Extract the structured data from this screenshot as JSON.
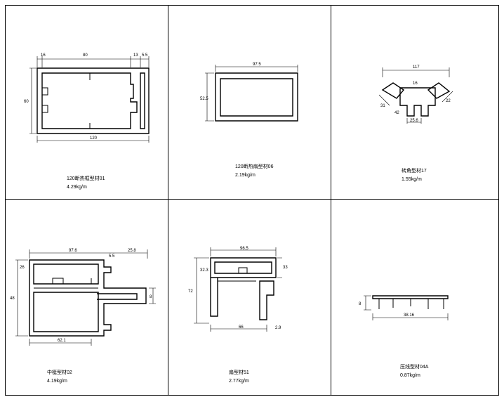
{
  "cells": [
    {
      "name": "120断热框型材01",
      "weight": "4.29kg/m",
      "dims": [
        "16",
        "80",
        "13",
        "5.5",
        "60",
        "120"
      ]
    },
    {
      "name": "120断热扇型材06",
      "weight": "2.19kg/m",
      "dims": [
        "97.5",
        "52.5"
      ]
    },
    {
      "name": "转角型材17",
      "weight": "1.55kg/m",
      "dims": [
        "117",
        "16",
        "31",
        "22",
        "42",
        "25.6"
      ]
    },
    {
      "name": "中梃型材02",
      "weight": "4.19kg/m",
      "dims": [
        "97.6",
        "25.8",
        "5.5",
        "48",
        "26",
        "8",
        "62.1"
      ]
    },
    {
      "name": "扇型材51",
      "weight": "2.77kg/m",
      "dims": [
        "96.5",
        "32.3",
        "33",
        "72",
        "66",
        "2.9"
      ]
    },
    {
      "name": "压线型材04A",
      "weight": "0.87kg/m",
      "dims": [
        "8",
        "38.16"
      ]
    }
  ]
}
